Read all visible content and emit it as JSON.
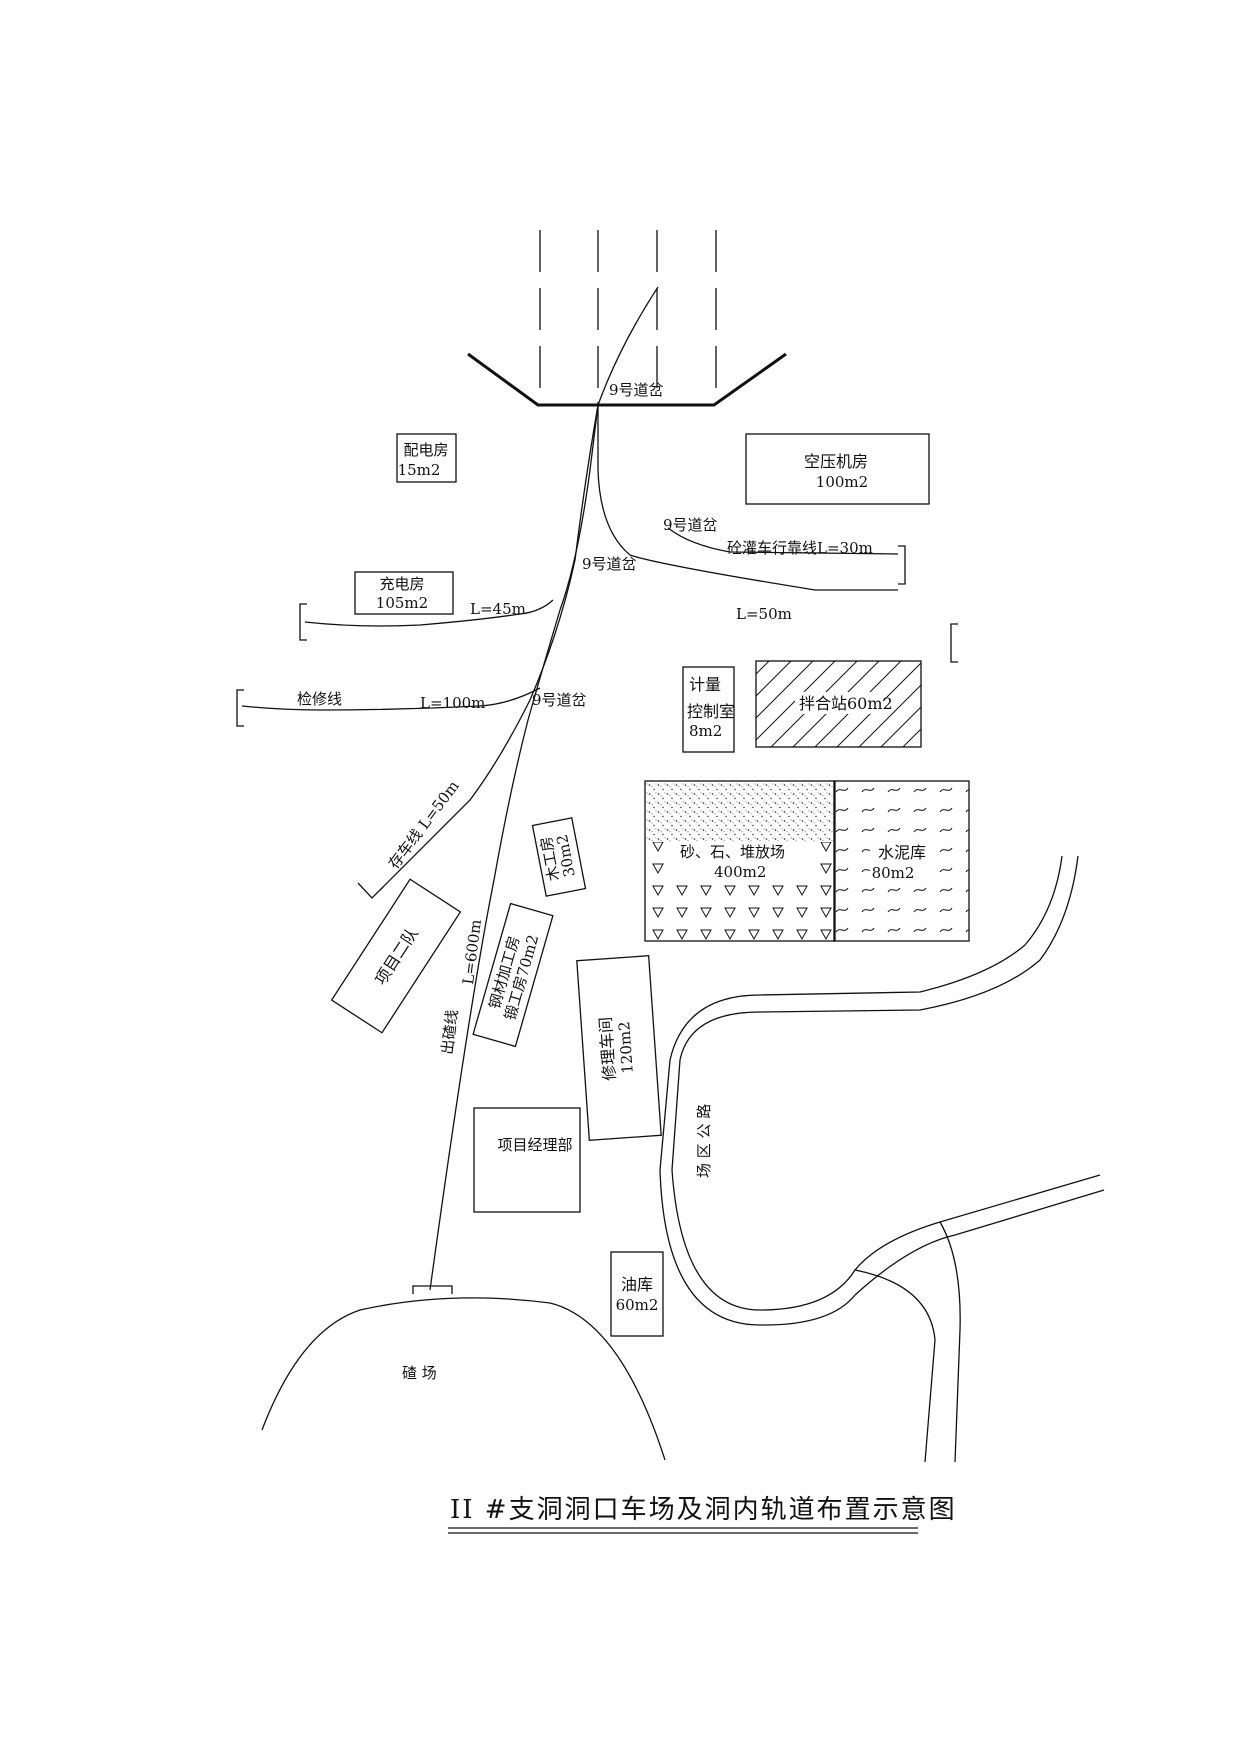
{
  "title": "II #支洞洞口车场及洞内轨道布置示意图",
  "labels": {
    "turnout_top": "9号道岔",
    "turnout_right": "9号道岔",
    "turnout_mid": "9号道岔",
    "turnout_low": "9号道岔",
    "concrete_line": "砼灌车行靠线L=30m",
    "l50_right": "L=50m",
    "l45": "L=45m",
    "repair_line": "检修线",
    "l100": "L=100m",
    "storage_line": "存车线 L=50m",
    "muck_line": "出碴线",
    "l600": "L=600m",
    "road": "场 区 公 路",
    "muck_yard": "碴  场"
  },
  "buildings": {
    "power_room": {
      "name": "配电房",
      "area": "15m2"
    },
    "compressor": {
      "name": "空压机房",
      "area": "100m2"
    },
    "charging": {
      "name": "充电房",
      "area": "105m2"
    },
    "metering": {
      "line1": "计量",
      "line2": "控制室",
      "area": "8m2"
    },
    "mixing": {
      "name": "拌合站60m2"
    },
    "sand_stone": {
      "name": "砂、石、堆放场",
      "area": "400m2"
    },
    "cement": {
      "name": "水泥库",
      "area": "80m2"
    },
    "carpentry": {
      "name": "木工房",
      "area": "30m2"
    },
    "team2": {
      "name": "项目二队"
    },
    "steel": {
      "line1": "钢材加工房",
      "line2": "锻工房70m2"
    },
    "repair_shop": {
      "name": "修理车间",
      "area": "120m2"
    },
    "manager": {
      "name": "项目经理部"
    },
    "oil": {
      "name": "油库",
      "area": "60m2"
    }
  }
}
